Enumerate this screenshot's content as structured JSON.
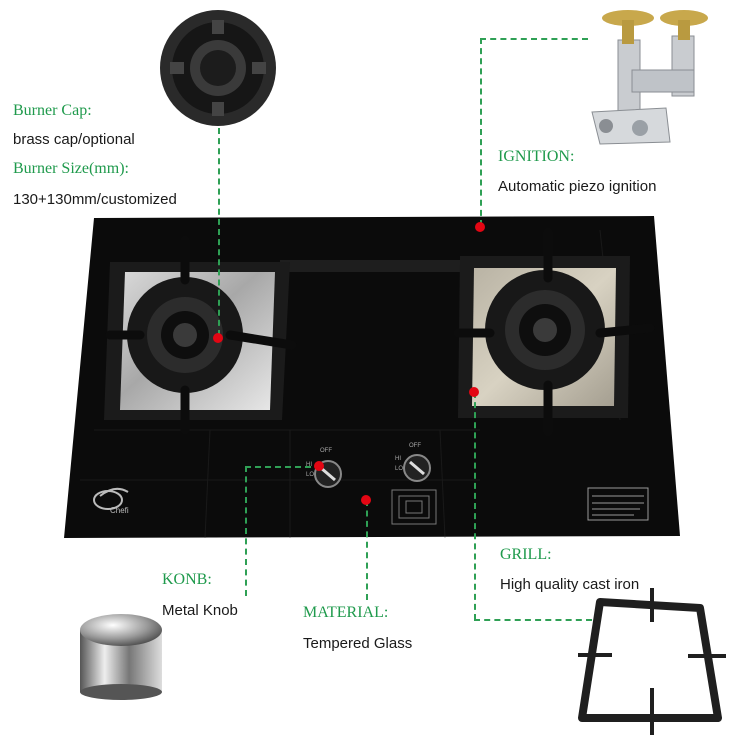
{
  "annotations": {
    "burner_cap": {
      "title": "Burner Cap:",
      "desc": "brass cap/optional"
    },
    "burner_size": {
      "title": "Burner Size(mm):",
      "desc": "130+130mm/customized"
    },
    "ignition": {
      "title": "IGNITION:",
      "desc": "Automatic piezo ignition"
    },
    "grill": {
      "title": "GRILL:",
      "desc": "High quality cast iron"
    },
    "knob": {
      "title": "KONB:",
      "desc": "Metal Knob"
    },
    "material": {
      "title": "MATERIAL:",
      "desc": "Tempered Glass"
    }
  },
  "stove": {
    "logo_text": "Chefi",
    "knob_left_labels": [
      "OFF",
      "HI",
      "LO"
    ],
    "knob_right_labels": [
      "OFF",
      "HI",
      "LO"
    ]
  },
  "colors": {
    "annotation_title": "#1f9a4c",
    "leader_line": "#2fa055",
    "marker_dot": "#e30613",
    "glass": "#0b0b0b"
  },
  "icons": [
    "burner-cap-image",
    "ignition-valve-image",
    "metal-knob-image",
    "cast-iron-grill-image"
  ]
}
